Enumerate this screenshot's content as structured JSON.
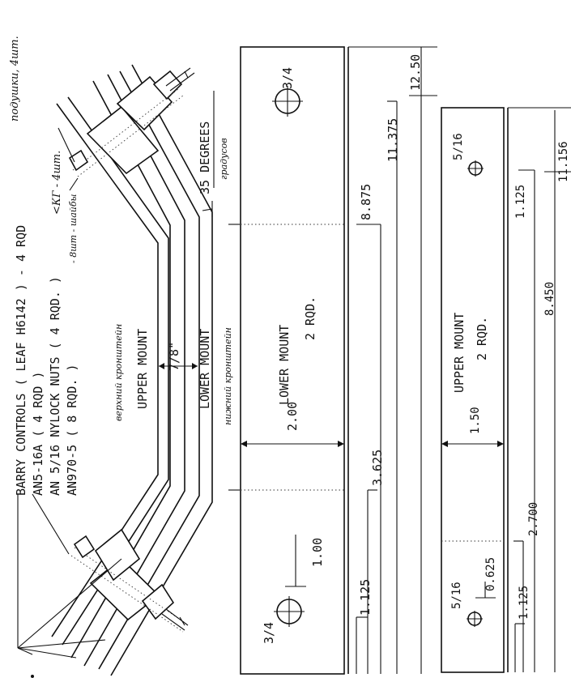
{
  "notes": {
    "barry_controls": "BARRY CONTROLS ( LEAF H6142 ) - 4 RQD",
    "an5": "AN5-16A  ( 4 RQD )",
    "nylock": "AN 5/16 NYLOCK NUTS ( 4 RQD. )",
    "an970": "AN970-5 ( 8 RQD. )",
    "ru_pads": "подушки, 4шт.",
    "ru_washers": "- 8шт - шайбы",
    "ru_bolts": "<КГ - 4шт."
  },
  "bracket": {
    "upper_mount_label": "UPPER MOUNT",
    "lower_mount_label": "LOWER MOUNT",
    "ru_upper": "верхний кронштейн",
    "ru_lower": "нижний кронштейн",
    "gap": "7/8\"",
    "angle": "35 DEGREES",
    "ru_angle": "градусов"
  },
  "lower_plate": {
    "title": "LOWER MOUNT",
    "qty": "2 RQD.",
    "hole_size_top": "3/4",
    "hole_size_bottom": "3/4",
    "dim_width": "2.00",
    "dim_hole_offset": "1.00",
    "dim_1125": "1.125",
    "dim_3625": "3.625",
    "dim_8875": "8.875",
    "dim_11375": "11.375",
    "dim_1250": "12.50"
  },
  "upper_plate": {
    "title": "UPPER MOUNT",
    "qty": "2 RQD.",
    "hole_size_top": "5/16",
    "hole_size_bottom": "5/16",
    "dim_width": "1.50",
    "dim_hole_offset": "0.625",
    "dim_1125_bottom": "1.125",
    "dim_2700": "2.700",
    "dim_8450": "8.450",
    "dim_1125_top": "1.125",
    "dim_11156": "11.156"
  }
}
